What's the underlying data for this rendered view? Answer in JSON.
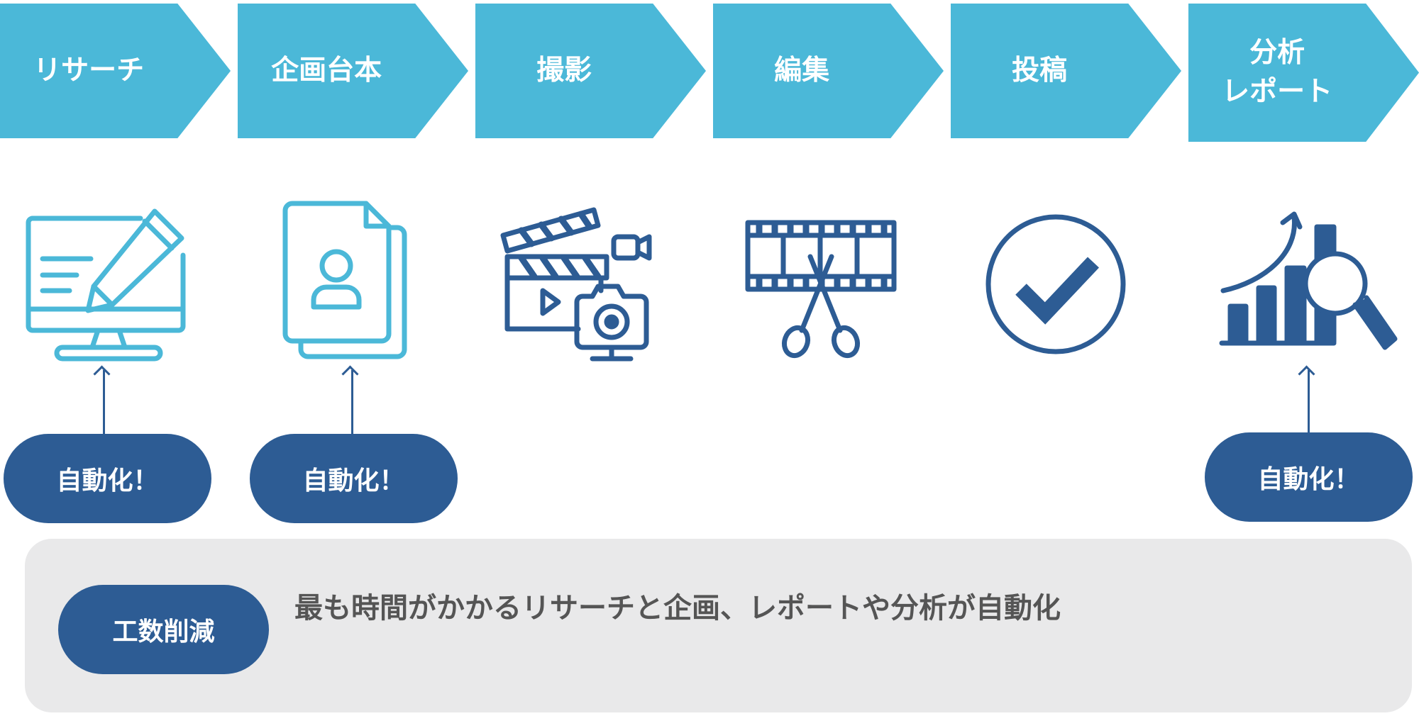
{
  "colors": {
    "light": "#4bb8d8",
    "dark": "#2d5c94",
    "panel": "#e9e9ea"
  },
  "steps": [
    {
      "label": "リサーチ",
      "icon": "monitor-pencil-icon",
      "automated": true
    },
    {
      "label": "企画台本",
      "icon": "document-person-icon",
      "automated": true
    },
    {
      "label": "撮影",
      "icon": "clapperboard-camera-icon",
      "automated": false
    },
    {
      "label": "編集",
      "icon": "film-scissors-icon",
      "automated": false
    },
    {
      "label": "投稿",
      "icon": "check-circle-icon",
      "automated": false
    },
    {
      "label": "分析\nレポート",
      "icon": "chart-magnifier-icon",
      "automated": true
    }
  ],
  "badges": {
    "research": "自動化！",
    "script": "自動化！",
    "report": "自動化！"
  },
  "summary": {
    "badge": "工数削減",
    "text": "最も時間がかかるリサーチと企画、レポートや分析が自動化"
  }
}
